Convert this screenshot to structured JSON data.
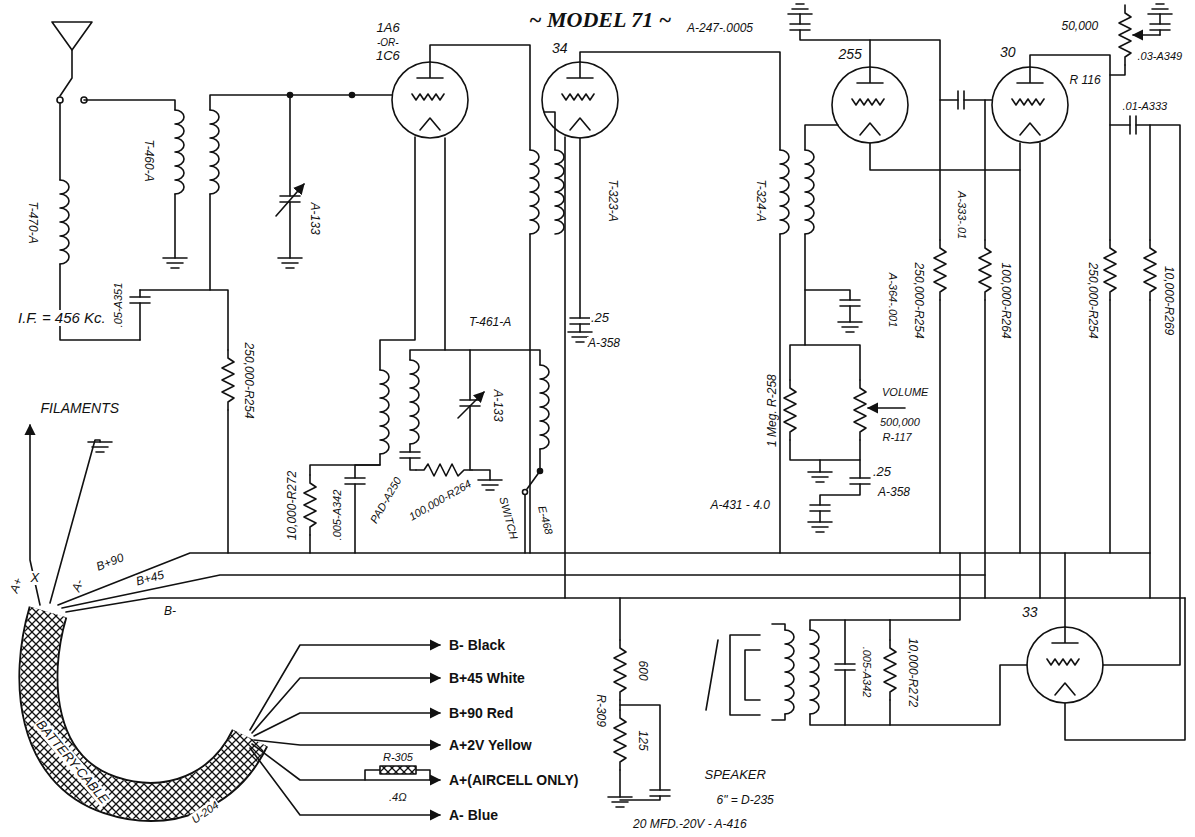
{
  "diagram": {
    "title": "~ MODEL 71 ~",
    "labels": [
      "1A6",
      "-OR-",
      "1C6",
      "34",
      "255",
      "30",
      "A-247-.0005",
      "50,000",
      "R 116",
      ".03-A349",
      ".01-A333",
      "T-470-A",
      "T-460-A",
      ".05-A351",
      "A-133",
      "I.F. = 456 Kc.",
      "250,000-R254",
      "FILAMENTS",
      "T-461-A",
      "A-133",
      "10,000-R272",
      ".005-A342",
      "PAD-A250",
      "100,000-R264",
      "SWITCH",
      "E-468",
      "T-323-A",
      ".25",
      "A-358",
      "T-324-A",
      "A-364-.001",
      "1 Meg. R-258",
      "VOLUME",
      "500,000",
      "R-117",
      ".25",
      "A-358",
      "A-431 - 4.0",
      "A-333-.01",
      "250,000-R254",
      "100,000-R264",
      "250,000-R254",
      "10,000-R269",
      "X",
      "A+",
      "A-",
      "B+90",
      "B+45",
      "B-",
      "BATTERY-CABLE",
      "U-204",
      "B- Black",
      "B+45 White",
      "B+90 Red",
      "A+2V Yellow",
      "A+(AIRCELL ONLY)",
      "A- Blue",
      "R-305",
      ".4Ω",
      "R-309",
      "600",
      "125",
      "20 MFD.-20V - A-416",
      "SPEAKER",
      "6\" = D-235",
      ".005-A342",
      "10,000-R272",
      "33"
    ]
  }
}
